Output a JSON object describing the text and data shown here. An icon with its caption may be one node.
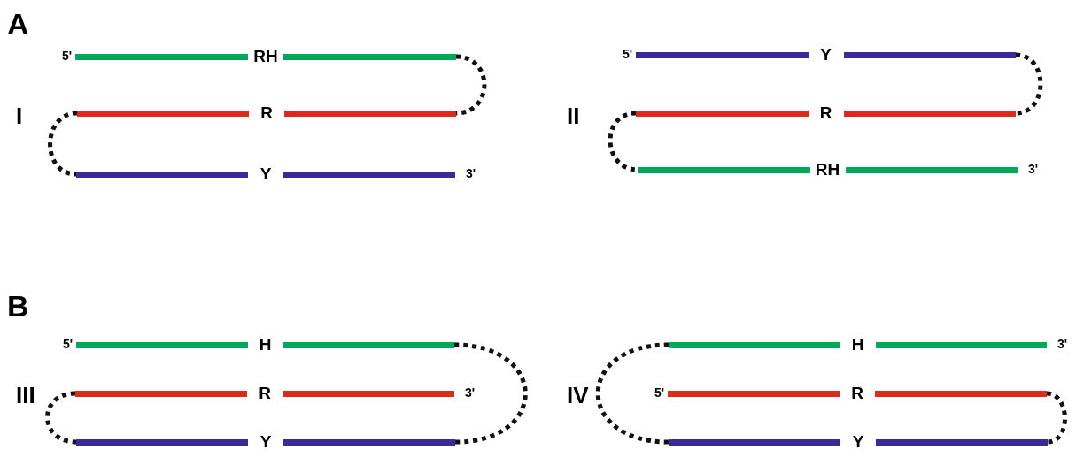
{
  "diagram": {
    "nodes": [
      {
        "text": [
          "RH"
        ],
        "beside": [
          "5'"
        ]
      },
      {
        "text": [
          "R"
        ]
      },
      {
        "text": [
          "Y"
        ],
        "beside": [
          "3'"
        ]
      },
      {
        "text": [
          "Y"
        ],
        "beside": [
          "5'"
        ]
      },
      {
        "text": [
          "R"
        ]
      },
      {
        "text": [
          "RH"
        ],
        "beside": [
          "3'"
        ]
      },
      {
        "text": [
          "H"
        ],
        "beside": [
          "5'"
        ]
      },
      {
        "text": [
          "R"
        ],
        "beside": [
          "3'"
        ]
      },
      {
        "text": [
          "Y"
        ]
      },
      {
        "text": [
          "H"
        ],
        "beside": [
          "3'"
        ]
      },
      {
        "text": [
          "R"
        ],
        "beside": [
          "5'"
        ]
      },
      {
        "text": [
          "Y"
        ]
      }
    ],
    "edges": [
      {
        "from": 0,
        "to": 1,
        "arrow": "none",
        "style": "dashed"
      },
      {
        "from": 1,
        "to": 2,
        "arrow": "none",
        "style": "dashed"
      },
      {
        "from": 3,
        "to": 4,
        "arrow": "none",
        "style": "dashed"
      },
      {
        "from": 4,
        "to": 5,
        "arrow": "none",
        "style": "dashed"
      },
      {
        "from": 6,
        "to": 8,
        "arrow": "none",
        "style": "dashed"
      },
      {
        "from": 7,
        "to": 8,
        "arrow": "none",
        "style": "dashed"
      },
      {
        "from": 9,
        "to": 11,
        "arrow": "none",
        "style": "dashed"
      },
      {
        "from": 10,
        "to": 11,
        "arrow": "none",
        "style": "dashed"
      }
    ],
    "labels": [
      "A",
      "I",
      "II",
      "B",
      "III",
      "IV"
    ]
  }
}
